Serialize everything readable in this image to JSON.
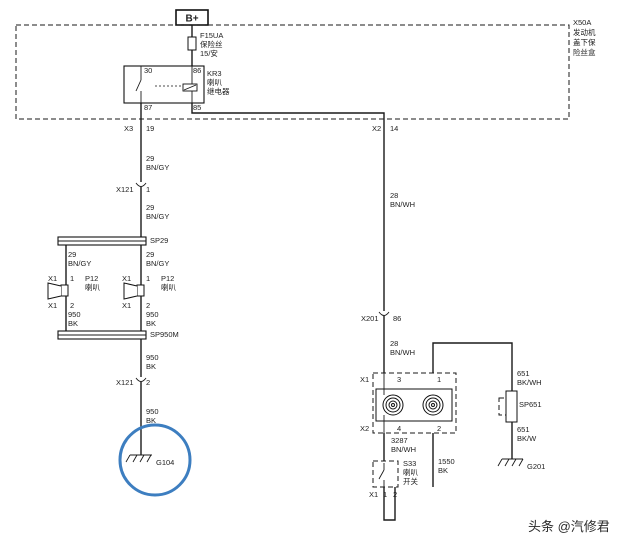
{
  "power": {
    "label": "B+"
  },
  "fuse_box": {
    "id": "X50A",
    "name_lines": [
      "发动机",
      "盖下保",
      "险丝盒"
    ]
  },
  "fuse": {
    "id": "F15UA",
    "name": "保险丝",
    "rating": "15/安"
  },
  "relay": {
    "id": "KR3",
    "name_lines": [
      "喇叭",
      "继电器"
    ],
    "pins": [
      "30",
      "86",
      "87",
      "85"
    ]
  },
  "connectors": {
    "x3": {
      "name": "X3",
      "pin": "19"
    },
    "x2": {
      "name": "X2",
      "pin": "14"
    },
    "x121_top": {
      "name": "X121",
      "pin": "1"
    },
    "x121_bottom": {
      "name": "X121",
      "pin": "2"
    },
    "x201": {
      "name": "X201",
      "pin": "86"
    }
  },
  "wires": {
    "w29_a": {
      "num": "29",
      "color": "BN/GY"
    },
    "w29_b": {
      "num": "29",
      "color": "BN/GY"
    },
    "w29_c": {
      "num": "29",
      "color": "BN/GY"
    },
    "w29_d": {
      "num": "29",
      "color": "BN/GY"
    },
    "w28_a": {
      "num": "28",
      "color": "BN/WH"
    },
    "w28_b": {
      "num": "28",
      "color": "BN/WH"
    },
    "w950_a": {
      "num": "950",
      "color": "BK"
    },
    "w950_b": {
      "num": "950",
      "color": "BK"
    },
    "w950_c": {
      "num": "950",
      "color": "BK"
    },
    "w950_d": {
      "num": "950",
      "color": "BK"
    },
    "w3287": {
      "num": "3287",
      "color": "BN/WH"
    },
    "w1550": {
      "num": "1550",
      "color": "BK"
    },
    "w651_a": {
      "num": "651",
      "color": "BK/WH"
    },
    "w651_b": {
      "num": "651",
      "color": "BK/W"
    }
  },
  "splices": {
    "sp29": "SP29",
    "sp950m": "SP950M",
    "sp651": "SP651"
  },
  "horns": {
    "left": {
      "id": "P12",
      "name": "喇叭",
      "conn": "X1",
      "pin_top": "1",
      "pin_bot": "2"
    },
    "right": {
      "id": "P12",
      "name": "喇叭",
      "conn": "X1",
      "pin_top": "1",
      "pin_bot": "2"
    }
  },
  "clockspring": {
    "conn_top": "X1",
    "conn_bot": "X2",
    "pins": [
      "3",
      "1",
      "4",
      "2"
    ]
  },
  "horn_switch": {
    "id": "S33",
    "name_lines": [
      "喇叭",
      "开关"
    ],
    "conn": "X1",
    "pins": [
      "1",
      "2"
    ]
  },
  "grounds": {
    "g104": "G104",
    "g201": "G201"
  },
  "highlight_color": "#3d7ec0",
  "watermark": "头条 @汽修君"
}
